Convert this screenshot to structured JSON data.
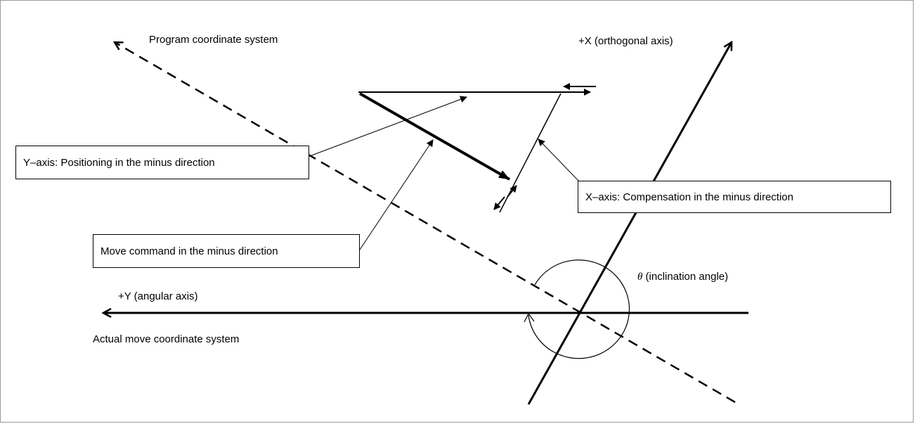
{
  "labels": {
    "program_cs": "Program coordinate system",
    "x_axis": "+X (orthogonal axis)",
    "y_axis": "+Y (angular axis)",
    "actual_cs": "Actual move coordinate system",
    "theta_symbol": "θ",
    "theta_text": " (inclination angle)"
  },
  "callouts": {
    "y_positioning": "Y–axis:  Positioning in the minus direction",
    "x_compensation": "X–axis:  Compensation in the minus direction",
    "move_command": "Move command in the minus direction"
  }
}
